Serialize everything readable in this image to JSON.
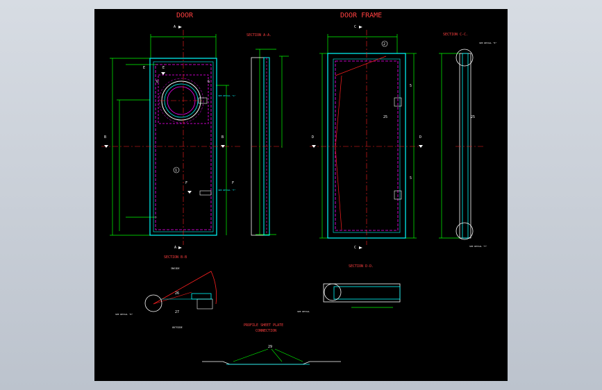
{
  "colors": {
    "background": "#000000",
    "outer": "#c7cdd6",
    "dimension": "#00ff00",
    "outline": "#00ffff",
    "hidden": "#ff00ff",
    "label": "#ff0000",
    "white": "#ffffff",
    "title": "#ff4040"
  },
  "titles": {
    "door": "DOOR",
    "door_frame": "DOOR FRAME",
    "section_aa": "SECTION  A-A.",
    "section_cc": "SECTION C-C.",
    "section_bb": "SECTION B-B",
    "section_dd": "SECTION D-D.",
    "profile_line1": "PROFILE SHEET PLATE",
    "profile_line2": "CONNECTION"
  },
  "markers": {
    "door_item": "1",
    "frame_item": "2",
    "a": "A",
    "b": "B",
    "c": "C",
    "d": "D",
    "e": "E",
    "f": "F",
    "g": "G"
  },
  "labels": {
    "see_detail_e": "SEE DETAIL \"E\"",
    "see_detail_f": "SEE DETAIL \"F\"",
    "see_detail_g": "SEE DETAIL \"G\"",
    "see_detail_d": "SEE DETAIL",
    "inside": "INSIDE",
    "outside": "OUTSIDE",
    "num_26": "26",
    "num_27": "27",
    "num_25a": "25",
    "num_25b": "25",
    "num_29": "29",
    "num_5a": "5",
    "num_5b": "5"
  }
}
